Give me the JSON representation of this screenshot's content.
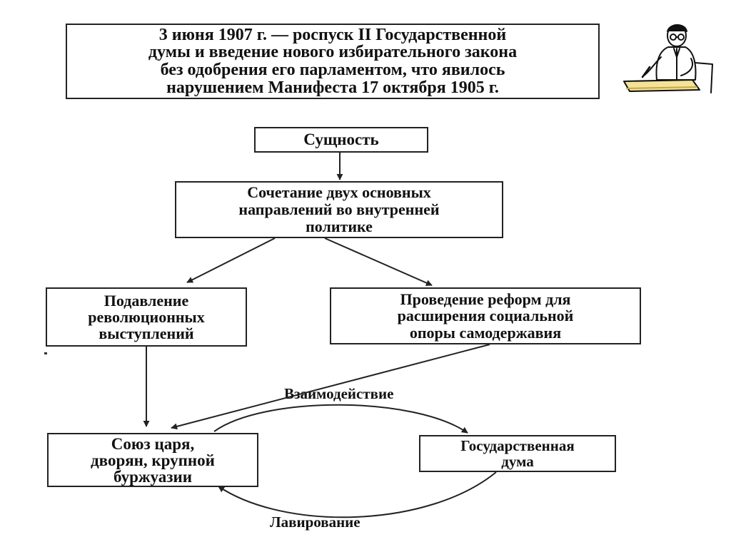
{
  "header": {
    "text": "3 июня 1907 г. — роспуск II Государственной\nдумы и введение нового избирательного закона\nбез одобрения его парламентом, что явилось\nнарушением Манифеста 17 октября 1905 г."
  },
  "nodes": {
    "essence": "Сущность",
    "combination": "Сочетание двух основных\nнаправлений во внутренней\nполитике",
    "suppression": "Подавление\nреволюционных\nвыступлений",
    "reforms": "Проведение реформ для\nрасширения социальной\nопоры самодержавия",
    "union": "Союз царя,\nдворян, крупной\nбуржуазии",
    "duma": "Государственная\nдума"
  },
  "edge_labels": {
    "interaction": "Взаимодействие",
    "maneuvering": "Лавирование"
  },
  "colors": {
    "line": "#222222",
    "background": "#ffffff"
  }
}
